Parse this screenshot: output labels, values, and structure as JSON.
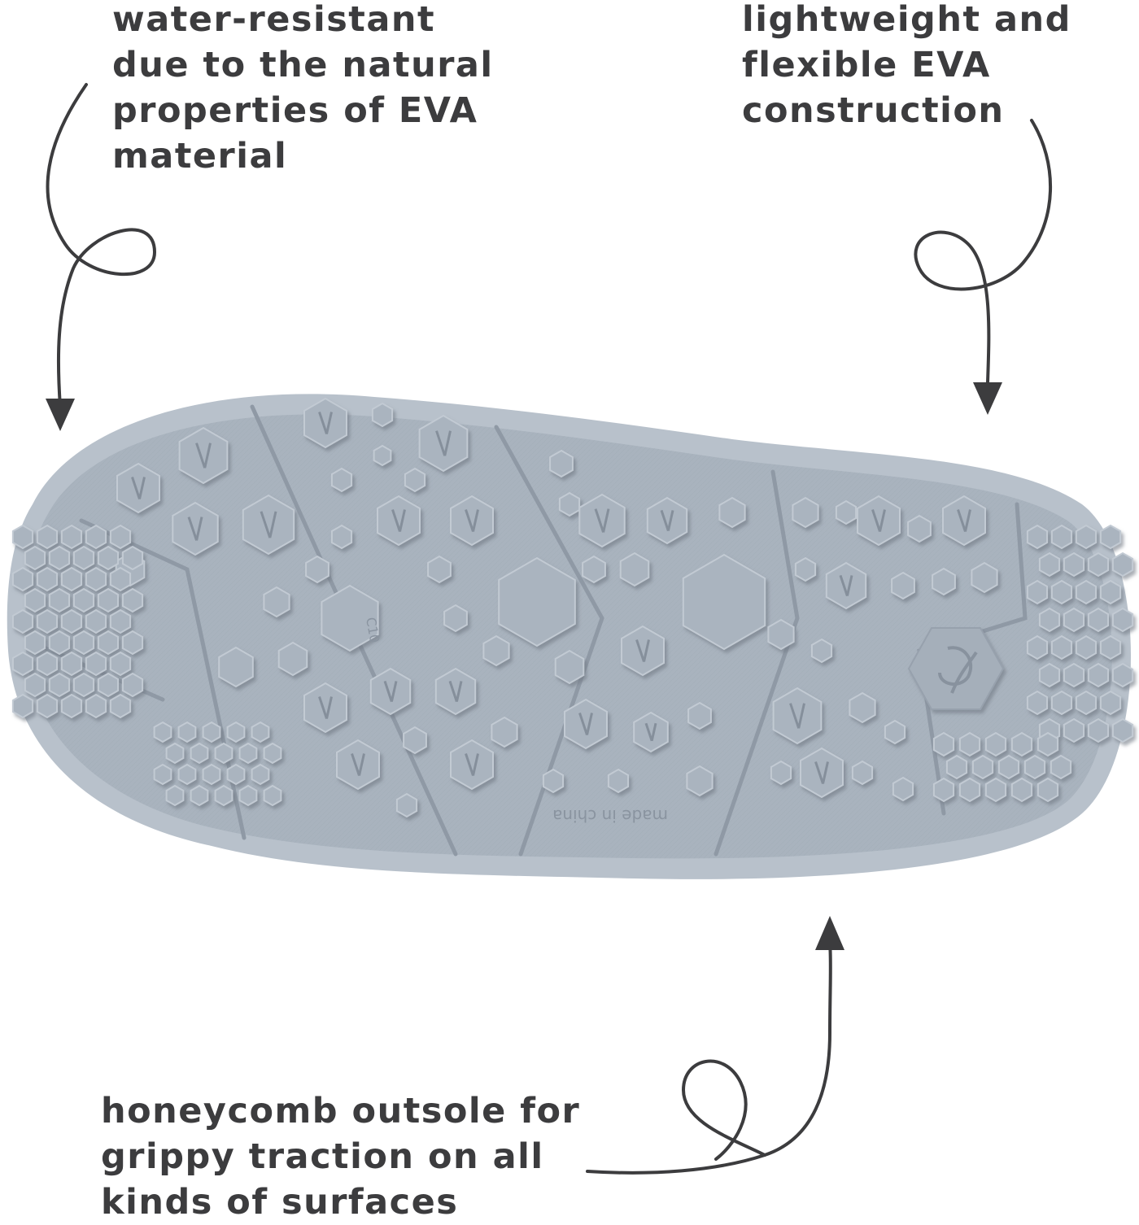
{
  "colors": {
    "background": "#ffffff",
    "text": "#3c3c3e",
    "arrow": "#3c3c3e",
    "sole": "#a9b3be",
    "sole_shadow": "#8b95a1",
    "sole_highlight": "#c4ccd5"
  },
  "callouts": {
    "water_resistant": {
      "lines": [
        "water-resistant",
        "due to the natural",
        "properties of EVA",
        "material"
      ]
    },
    "lightweight": {
      "lines": [
        "lightweight and",
        "flexible EVA",
        "construction"
      ]
    },
    "honeycomb": {
      "lines": [
        "honeycomb outsole for",
        "grippy traction on all",
        "kinds of surfaces"
      ]
    }
  },
  "sole": {
    "size_marking": "C10",
    "origin_marking": "made in china"
  },
  "icons": {
    "arrow_left": "curly-arrow-down-icon",
    "arrow_right": "curly-arrow-down-icon",
    "arrow_bottom": "curly-arrow-up-icon",
    "brand_logo": "leaf-logo-icon"
  }
}
